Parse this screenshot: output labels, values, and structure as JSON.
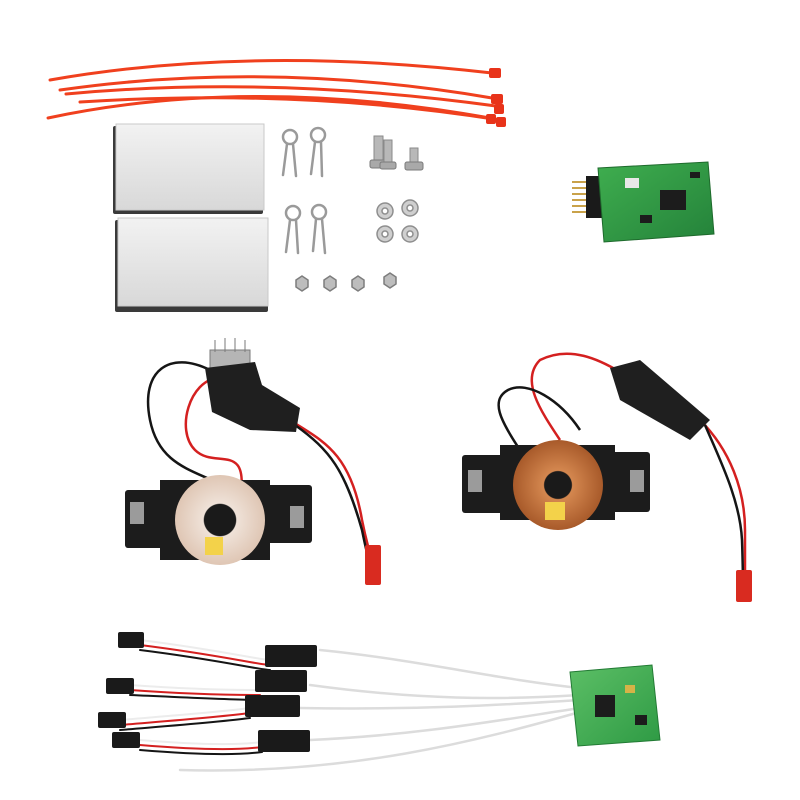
{
  "photo": {
    "background_color": "#ffffff",
    "items": [
      {
        "name": "zip-ties",
        "count": 5,
        "color": "#f0401e"
      },
      {
        "name": "adhesive-pads",
        "count": 2
      },
      {
        "name": "body-clips",
        "count": 4
      },
      {
        "name": "screws",
        "count": 3
      },
      {
        "name": "washers",
        "count": 4
      },
      {
        "name": "nuts",
        "count": 4
      },
      {
        "name": "receiver-board",
        "pcb_color": "#2e8b3c"
      },
      {
        "name": "transmitter-coil-module-left",
        "coil_color": "#e8d2c2"
      },
      {
        "name": "receiver-coil-module-right",
        "coil_color": "#c8733e"
      },
      {
        "name": "servo-cable-board",
        "connector_count": 4,
        "pcb_color": "#3fa04a"
      }
    ],
    "colors": {
      "wire_red": "#d42020",
      "wire_black": "#151515",
      "connector_red": "#d92b20",
      "bracket_black": "#1c1c1c",
      "heat_shrink": "#1f1f1f"
    }
  }
}
